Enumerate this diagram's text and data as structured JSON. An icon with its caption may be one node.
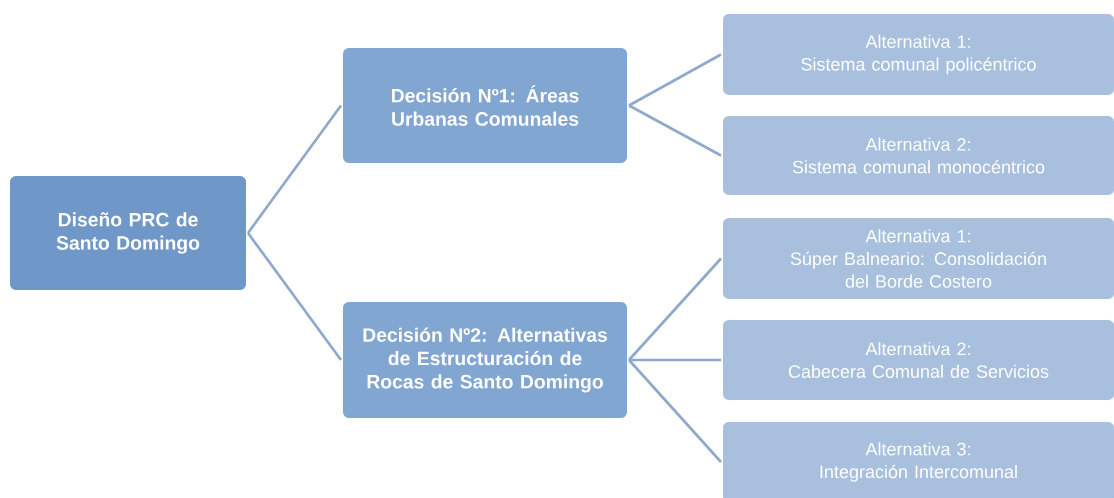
{
  "diagram": {
    "nodes": [
      {
        "text": [
          "Diseño PRC de Santo Domingo"
        ]
      },
      {
        "text": [
          "Decisión Nº1: Áreas Urbanas Comunales"
        ]
      },
      {
        "text": [
          "Decisión Nº2: Alternativas de Estructuración de Rocas de Santo Domingo"
        ]
      },
      {
        "text": [
          "Alternativa 1:",
          "Sistema comunal policéntrico"
        ]
      },
      {
        "text": [
          "Alternativa 2:",
          "Sistema comunal monocéntrico"
        ]
      },
      {
        "text": [
          "Alternativa 1:",
          "Súper Balneario: Consolidación del Borde Costero"
        ]
      },
      {
        "text": [
          "Alternativa 2:",
          "Cabecera Comunal de Servicios"
        ]
      },
      {
        "text": [
          "Alternativa 3:",
          "Integración Intercomunal"
        ]
      }
    ],
    "edges": [
      {
        "from": 0,
        "to": 1,
        "arrow": "none"
      },
      {
        "from": 0,
        "to": 2,
        "arrow": "none"
      },
      {
        "from": 1,
        "to": 3,
        "arrow": "none"
      },
      {
        "from": 1,
        "to": 4,
        "arrow": "none"
      },
      {
        "from": 2,
        "to": 5,
        "arrow": "none"
      },
      {
        "from": 2,
        "to": 6,
        "arrow": "none"
      },
      {
        "from": 2,
        "to": 7,
        "arrow": "none"
      }
    ]
  }
}
